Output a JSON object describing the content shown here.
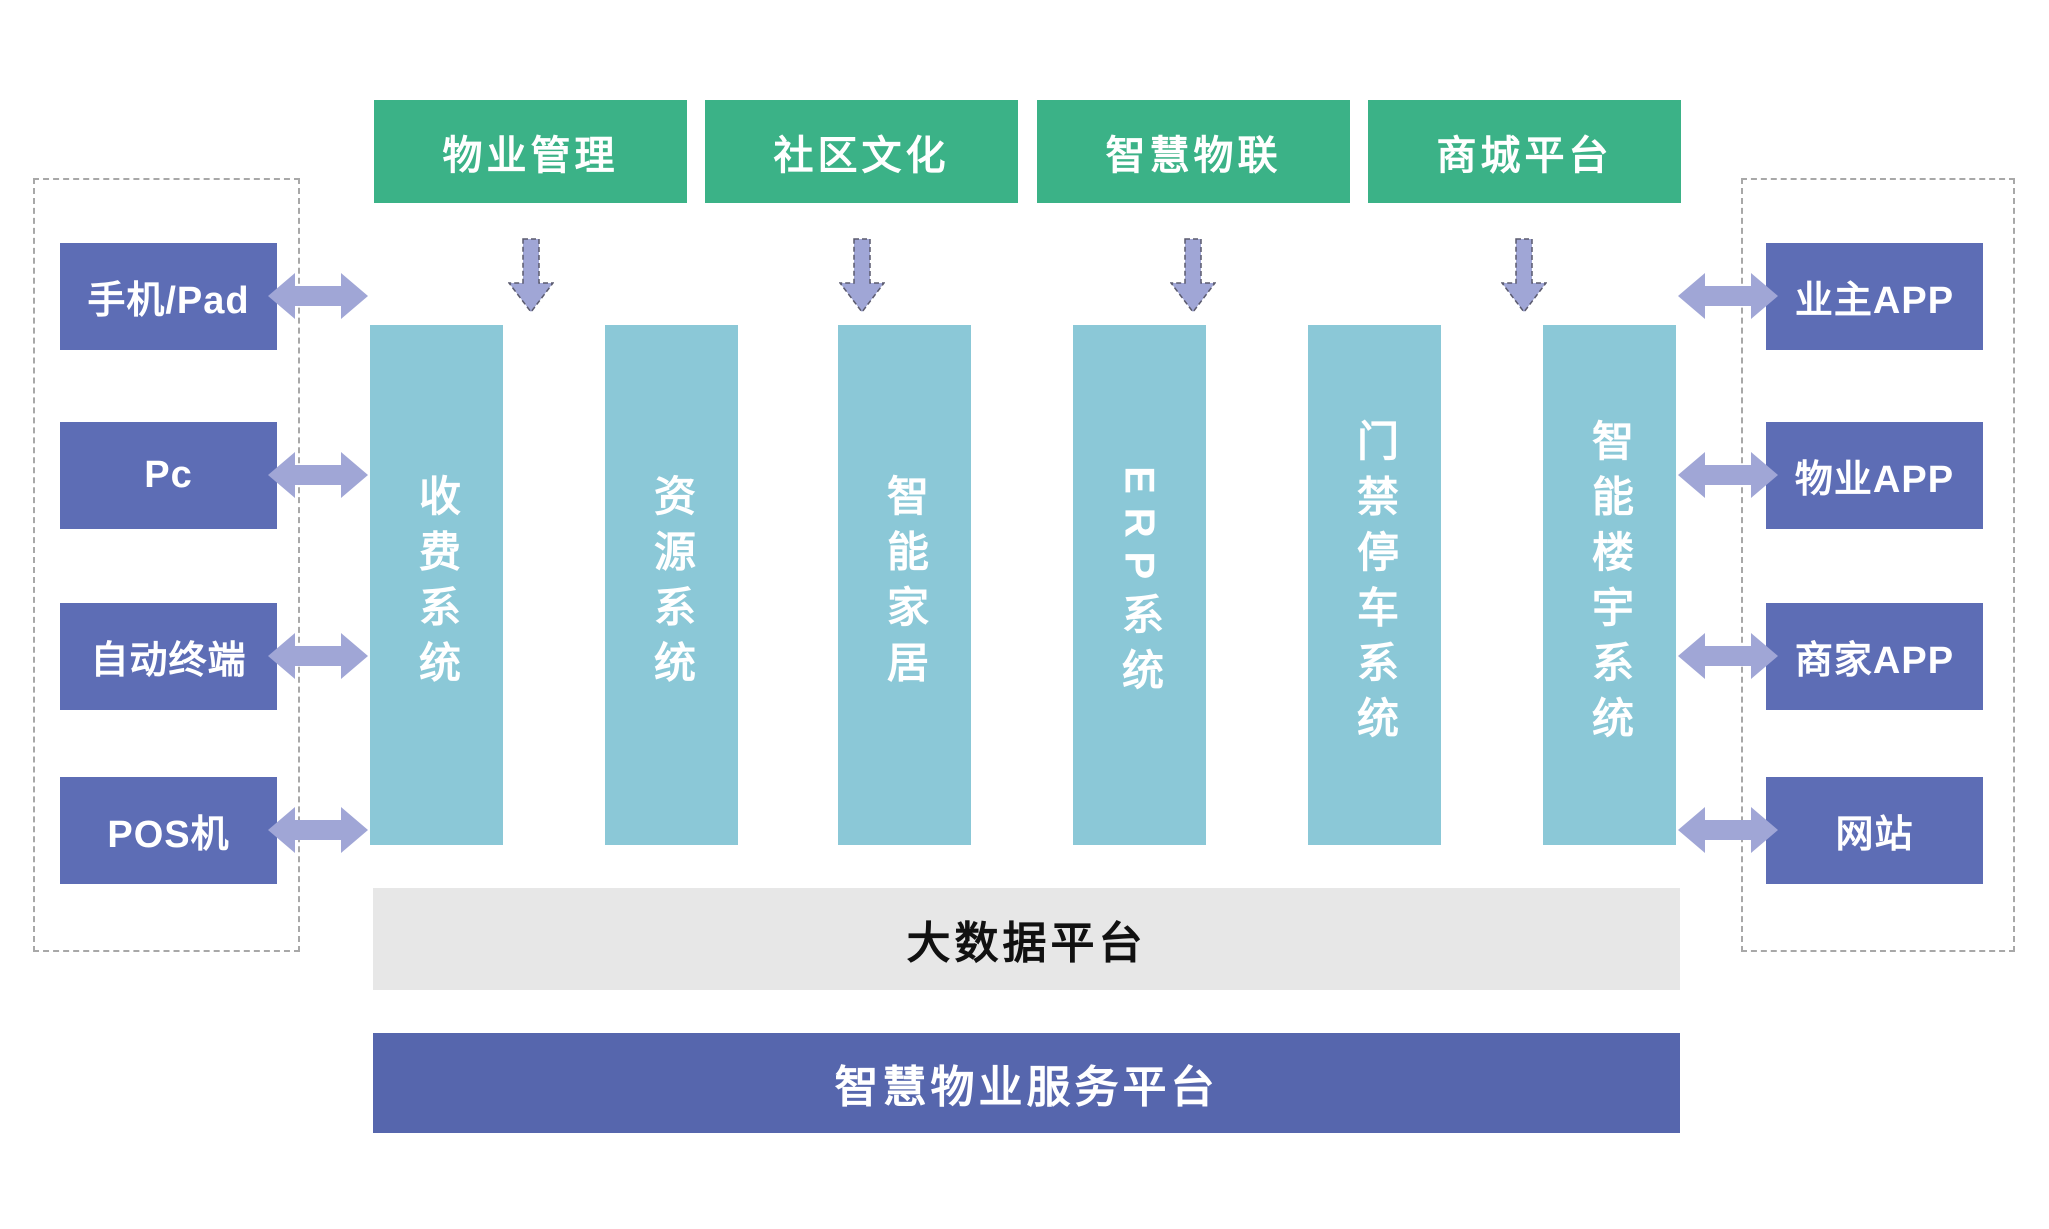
{
  "colors": {
    "green": "#3bb287",
    "column_blue": "#8bc8d7",
    "box_purple": "#5d6db5",
    "arrow": "#a0a6d6",
    "gray_bar": "#e7e7e7",
    "bottom_bar": "#5666ad"
  },
  "top_modules": {
    "items": [
      {
        "label": "物业管理"
      },
      {
        "label": "社区文化"
      },
      {
        "label": "智慧物联"
      },
      {
        "label": "商城平台"
      }
    ]
  },
  "systems": {
    "items": [
      {
        "label": "收费系统"
      },
      {
        "label": "资源系统"
      },
      {
        "label": "智能家居"
      },
      {
        "label": "ERP系统"
      },
      {
        "label": "门禁停车系统"
      },
      {
        "label": "智能楼宇系统"
      }
    ]
  },
  "left_panel": {
    "items": [
      {
        "label": "手机/Pad"
      },
      {
        "label": "Pc"
      },
      {
        "label": "自动终端"
      },
      {
        "label": "POS机"
      }
    ]
  },
  "right_panel": {
    "items": [
      {
        "label": "业主APP"
      },
      {
        "label": "物业APP"
      },
      {
        "label": "商家APP"
      },
      {
        "label": "网站"
      }
    ]
  },
  "platforms": {
    "big_data_label": "大数据平台",
    "service_label": "智慧物业服务平台"
  }
}
